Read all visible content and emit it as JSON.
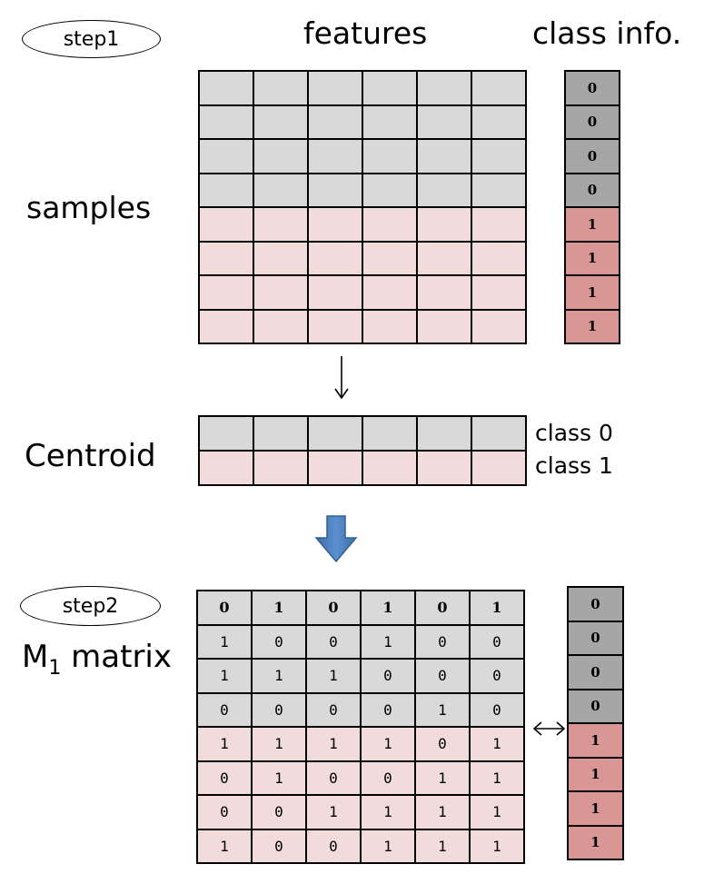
{
  "step1": {
    "oval_label": "step1",
    "features_label": "features",
    "class_info_label": "class info.",
    "samples_label": "samples",
    "class_labels": [
      "0",
      "0",
      "0",
      "0",
      "1",
      "1",
      "1",
      "1"
    ]
  },
  "centroid": {
    "label": "Centroid",
    "class0_label": "class 0",
    "class1_label": "class 1"
  },
  "step2": {
    "oval_label": "step2",
    "matrix_label_base": "M",
    "matrix_label_sub": "1",
    "matrix_label_rest": " matrix",
    "header_row": [
      "0",
      "1",
      "0",
      "1",
      "0",
      "1"
    ],
    "rows": [
      [
        "1",
        "0",
        "0",
        "1",
        "0",
        "0"
      ],
      [
        "1",
        "1",
        "1",
        "0",
        "0",
        "0"
      ],
      [
        "0",
        "0",
        "0",
        "0",
        "1",
        "0"
      ],
      [
        "1",
        "1",
        "1",
        "1",
        "0",
        "1"
      ],
      [
        "0",
        "1",
        "0",
        "0",
        "1",
        "1"
      ],
      [
        "0",
        "0",
        "1",
        "1",
        "1",
        "1"
      ],
      [
        "1",
        "0",
        "0",
        "1",
        "1",
        "1"
      ]
    ],
    "class_labels": [
      "0",
      "0",
      "0",
      "0",
      "1",
      "1",
      "1",
      "1"
    ]
  },
  "colors": {
    "class0_fill": "#d9d9d9",
    "class1_fill": "#f2dcdb",
    "label0_fill": "#a6a6a6",
    "label1_fill": "#d99694",
    "arrow_blue": "#4f81bd"
  }
}
